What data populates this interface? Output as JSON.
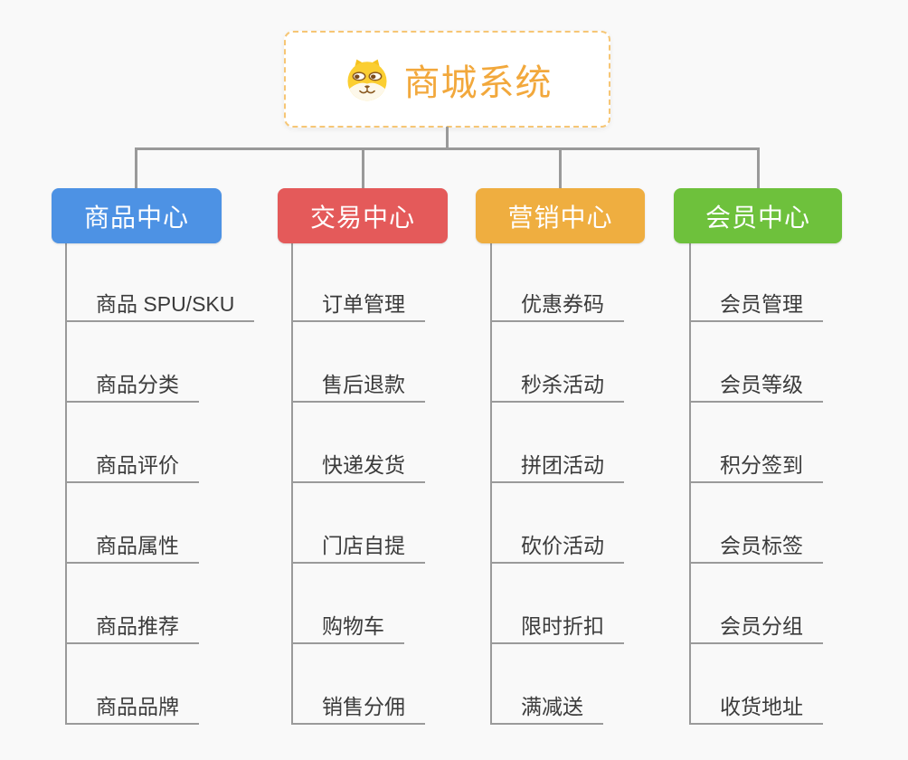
{
  "theme": {
    "background": "#f9f9f9",
    "line_color": "#9a9a9a",
    "child_text_color": "#3b3b3b"
  },
  "root": {
    "title": "商城系统",
    "icon": "dog-face-icon",
    "border_color": "#f6c675",
    "text_color": "#f2a83c"
  },
  "branches": [
    {
      "label": "商品中心",
      "color": "#4d92e4",
      "children": [
        "商品 SPU/SKU",
        "商品分类",
        "商品评价",
        "商品属性",
        "商品推荐",
        "商品品牌"
      ]
    },
    {
      "label": "交易中心",
      "color": "#e45a5a",
      "children": [
        "订单管理",
        "售后退款",
        "快递发货",
        "门店自提",
        "购物车",
        "销售分佣"
      ]
    },
    {
      "label": "营销中心",
      "color": "#efae40",
      "children": [
        "优惠券码",
        "秒杀活动",
        "拼团活动",
        "砍价活动",
        "限时折扣",
        "满减送"
      ]
    },
    {
      "label": "会员中心",
      "color": "#6ec13c",
      "children": [
        "会员管理",
        "会员等级",
        "积分签到",
        "会员标签",
        "会员分组",
        "收货地址"
      ]
    }
  ]
}
